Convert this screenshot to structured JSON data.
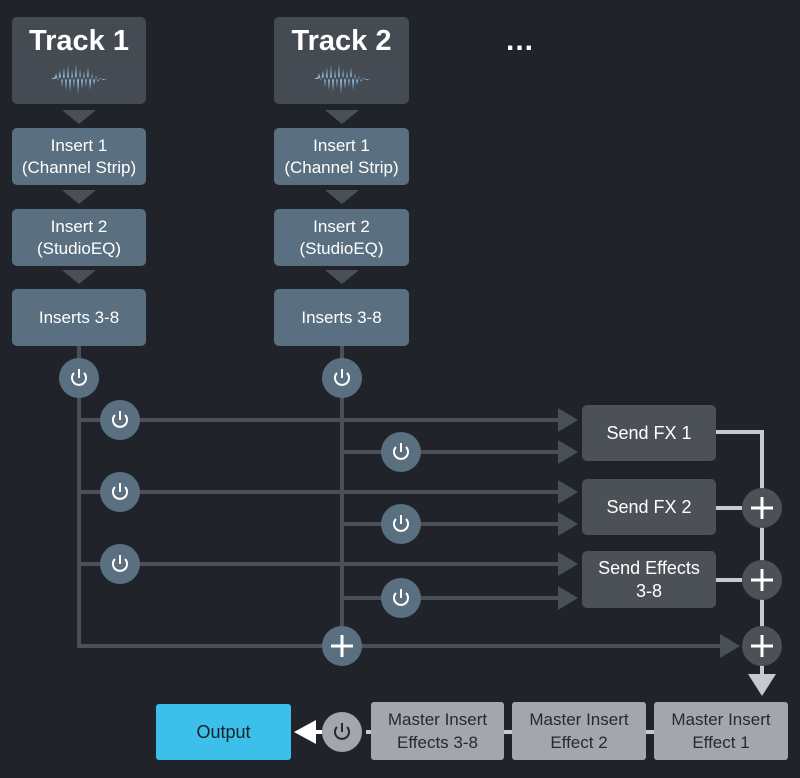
{
  "tracks": [
    {
      "title": "Track 1",
      "insert1": "Insert 1\n(Channel Strip)",
      "insert2": "Insert 2\n(StudioEQ)",
      "inserts_rest": "Inserts 3-8"
    },
    {
      "title": "Track 2",
      "insert1": "Insert 1\n(Channel Strip)",
      "insert2": "Insert 2\n(StudioEQ)",
      "inserts_rest": "Inserts 3-8"
    }
  ],
  "more_tracks": "...",
  "sends": [
    "Send FX 1",
    "Send FX 2",
    "Send Effects\n3-8"
  ],
  "master_chain": [
    "Master Insert\nEffect 1",
    "Master Insert\nEffect 2",
    "Master Insert\nEffects 3-8"
  ],
  "output": "Output",
  "icons": {
    "waveform": "waveform-icon",
    "power": "power-icon",
    "sum": "plus-icon"
  },
  "colors": {
    "background": "#202329",
    "track": "#444b53",
    "insert": "#5a7080",
    "send": "#4b5157",
    "master": "#a3a7ad",
    "output": "#3cbfe9",
    "node": "#5a7080",
    "wire_dark": "#4a5058",
    "wire_light": "#c6cacf",
    "waveform": "#8fb8d8"
  }
}
